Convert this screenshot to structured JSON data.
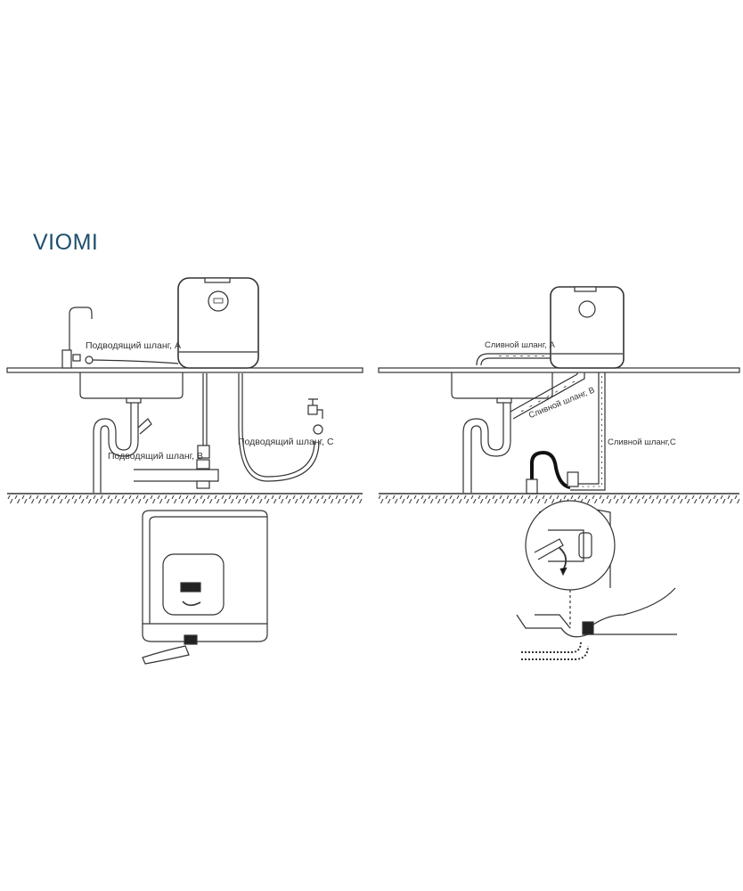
{
  "brand": {
    "name": "VIOMI",
    "color": "#1f4e6e"
  },
  "left_diagram": {
    "hose_a_label": "Подводящий шланг, A",
    "hose_b_label": "Подводящий шланг, B",
    "hose_c_label": "Подводящий шланг, C"
  },
  "right_diagram": {
    "drain_a_label": "Сливной шланг, A",
    "drain_b_label": "Сливной шланг, B",
    "drain_c_label": "Сливной шланг,C"
  }
}
